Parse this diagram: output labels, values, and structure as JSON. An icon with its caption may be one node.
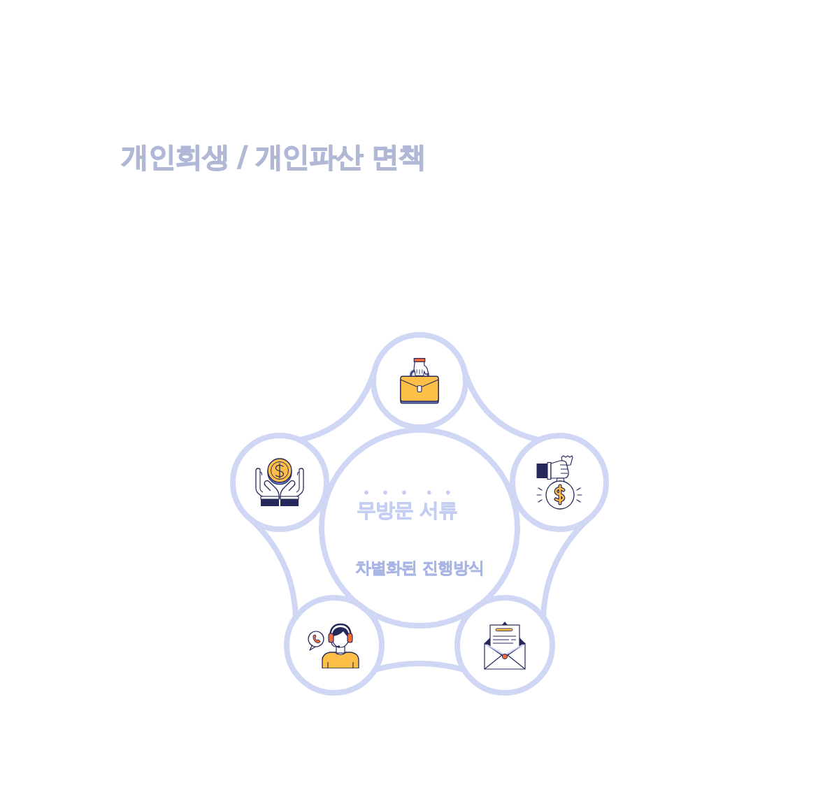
{
  "diagram": {
    "title": "개인회생 / 개인파산 면책",
    "nodes": [
      {
        "text": [],
        "shape": "circle"
      },
      {
        "text": [],
        "shape": "circle"
      },
      {
        "text": [
          "무방문 서류",
          "차별화된 진행방식"
        ]
      },
      {
        "text": [],
        "shape": "circle"
      },
      {
        "text": [],
        "shape": "circle"
      },
      {
        "text": [],
        "shape": "circle"
      }
    ],
    "edges": [
      {
        "from": 0,
        "to": 3,
        "arrow": "none"
      },
      {
        "from": 3,
        "to": 5,
        "arrow": "none"
      },
      {
        "from": 5,
        "to": 4,
        "arrow": "none"
      },
      {
        "from": 4,
        "to": 1,
        "arrow": "none"
      },
      {
        "from": 1,
        "to": 0,
        "arrow": "none"
      }
    ]
  }
}
